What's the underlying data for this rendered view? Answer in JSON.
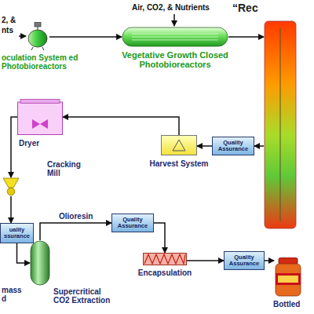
{
  "diagram": {
    "nodes": [
      {
        "text": [
          "oculation System ed Photobioreactors"
        ]
      },
      {
        "text": [
          "Vegetative Growth Closed Photobioreactors"
        ]
      },
      {
        "text": [
          "“Rec"
        ]
      },
      {
        "text": [
          "Quality Assurance"
        ]
      },
      {
        "text": [
          "Harvest System"
        ]
      },
      {
        "text": [
          "Dryer"
        ]
      },
      {
        "text": [
          "Cracking Mill"
        ]
      },
      {
        "text": [
          "uality ssurance"
        ]
      },
      {
        "text": [
          "Supercritical CO2 Extraction"
        ]
      },
      {
        "text": [
          "Quality Assurance"
        ]
      },
      {
        "text": [
          "Encapsulation"
        ]
      },
      {
        "text": [
          "Quality Assurance"
        ]
      },
      {
        "text": [
          "Bottled"
        ]
      }
    ],
    "edges": [
      {
        "from": 0,
        "to": 1,
        "arrow": "to"
      },
      {
        "from": 1,
        "to": 2,
        "arrow": "to"
      },
      {
        "from": 2,
        "to": 3,
        "arrow": "to"
      },
      {
        "from": 3,
        "to": 4,
        "arrow": "to"
      },
      {
        "from": 4,
        "to": 5,
        "arrow": "to"
      },
      {
        "from": 5,
        "to": 6,
        "arrow": "to"
      },
      {
        "from": 6,
        "to": 7,
        "arrow": "to"
      },
      {
        "from": 7,
        "to": 8,
        "arrow": "to"
      },
      {
        "from": 8,
        "to": 9,
        "label": "Olioresin",
        "arrow": "to"
      },
      {
        "from": 9,
        "to": 10,
        "arrow": "to"
      },
      {
        "from": 10,
        "to": 11,
        "arrow": "to"
      },
      {
        "from": 11,
        "to": 12,
        "arrow": "to"
      }
    ],
    "labels": [
      "2, &",
      "nts",
      "Air, CO2, & Nutrients",
      "mass d"
    ]
  }
}
